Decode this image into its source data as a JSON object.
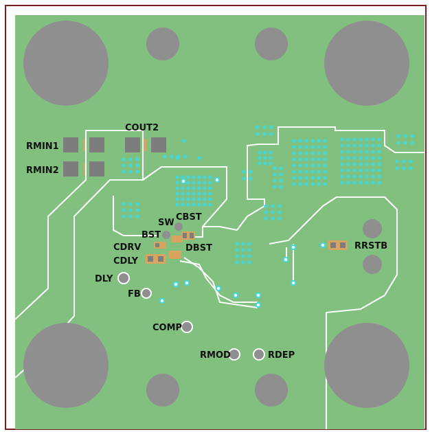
{
  "colors": {
    "border": "#7a1f1f",
    "board": "#82c080",
    "trace_line": "#ffffff",
    "hole": "#8f8f8f",
    "pad": "#7d7d7d",
    "via": "#3fd9dd",
    "cap_body": "#d8a560",
    "label": "#111111"
  },
  "labels": {
    "cout2": "COUT2",
    "rmin1": "RMIN1",
    "rmin2": "RMIN2",
    "sw": "SW",
    "cbst": "CBST",
    "bst": "BST",
    "dbst": "DBST",
    "cdrv": "CDRV",
    "cdly": "CDLY",
    "dly": "DLY",
    "fb": "FB",
    "comp": "COMP",
    "rmod": "RMOD",
    "rdep": "RDEP",
    "rrstb": "RRSTB"
  }
}
